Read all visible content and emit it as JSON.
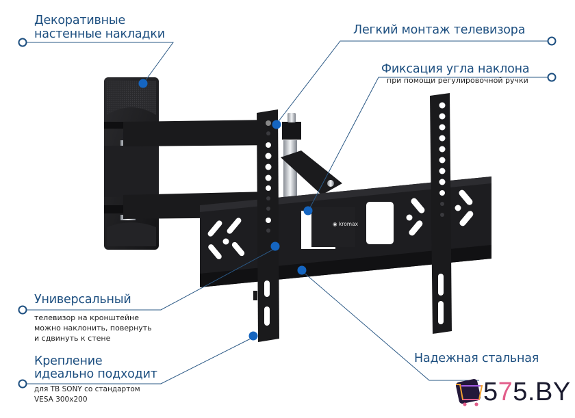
{
  "callouts": {
    "decorative": {
      "title_line1": "Декоративные",
      "title_line2": "настенные накладки"
    },
    "easy_mount": {
      "title": "Легкий монтаж телевизора"
    },
    "tilt_fix": {
      "title": "Фиксация угла наклона",
      "subtitle": "при помощи регулировочной ручки"
    },
    "universal": {
      "title": "Универсальный",
      "desc_line1": "телевизор на кронштейне",
      "desc_line2": "можно наклонить, повернуть",
      "desc_line3": "и сдвинуть к стене"
    },
    "vesa": {
      "title_line1": "Крепление",
      "title_line2": "идеально подходит",
      "desc_line1": "для ТВ SONY со стандартом",
      "desc_line2": "VESA 300x200"
    },
    "steel": {
      "title": "Надежная стальная"
    }
  },
  "product": {
    "brand_mark": "kromax",
    "icon": "tv-wall-bracket"
  },
  "watermark": {
    "part1": "5",
    "part2": "7",
    "part3": "5.BY",
    "icon": "shopping-cart-icon"
  },
  "colors": {
    "label_blue": "#1d4f80",
    "line_blue": "#2a5885",
    "dot_blue": "#1565c0",
    "bracket_black": "#1c1c1e"
  }
}
